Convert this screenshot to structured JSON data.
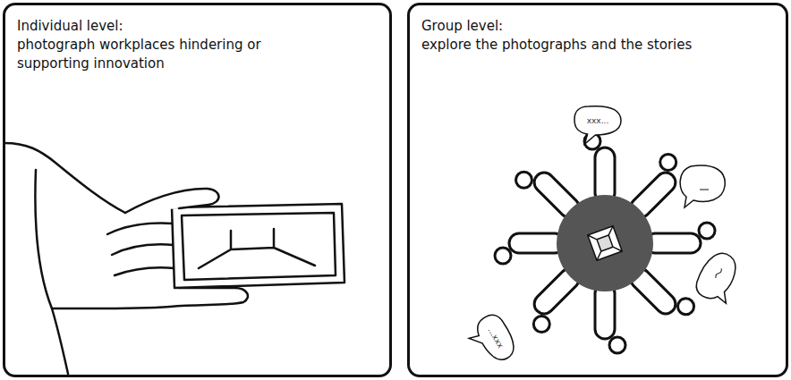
{
  "diagram": {
    "nodes": [
      {
        "text": [
          "Individual level:",
          "photograph workplaces hindering or supporting innovation"
        ]
      },
      {
        "text": [
          "Group level:",
          "explore the photographs and the stories"
        ]
      },
      {
        "text": [
          "xxx..."
        ],
        "in": 1
      },
      {
        "text": [
          "...xxx"
        ],
        "in": 1
      }
    ]
  }
}
